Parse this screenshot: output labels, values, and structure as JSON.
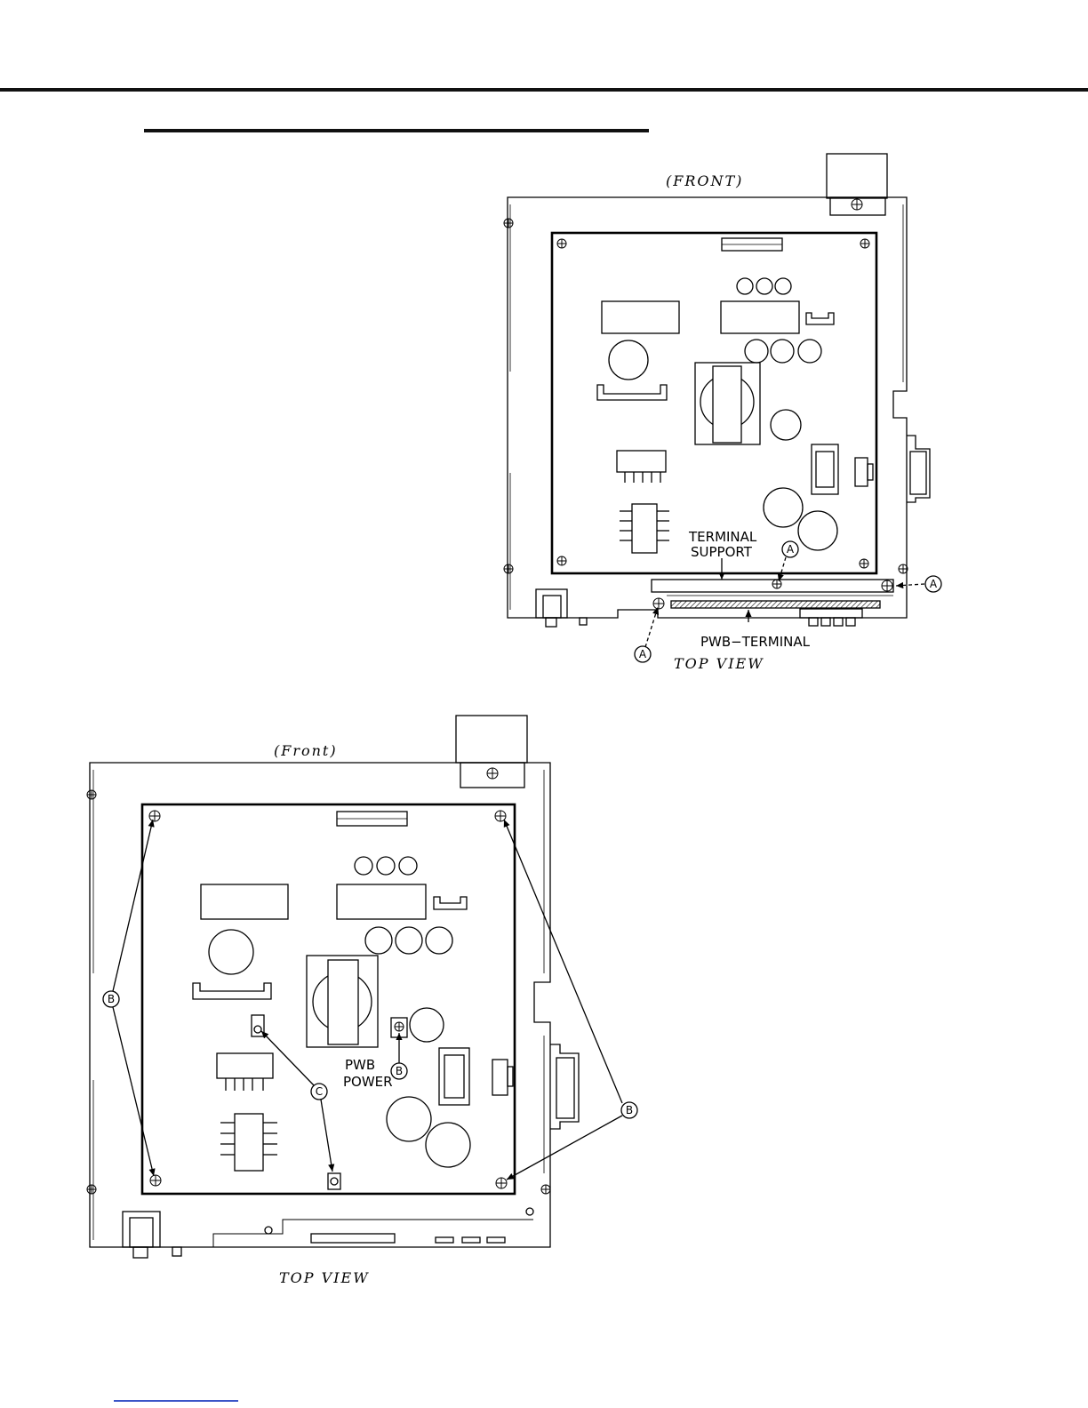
{
  "figure_1": {
    "front_label": "(FRONT)",
    "terminal_support_line1": "TERMINAL",
    "terminal_support_line2": "SUPPORT",
    "pwb_terminal_label": "PWB−TERMINAL",
    "view_label": "TOP VIEW",
    "callout_a": "A"
  },
  "figure_2": {
    "front_label": "(Front)",
    "pwb_power_line1": "PWB",
    "pwb_power_line2": "POWER",
    "view_label": "TOP VIEW",
    "callout_b": "B",
    "callout_c": "C"
  }
}
